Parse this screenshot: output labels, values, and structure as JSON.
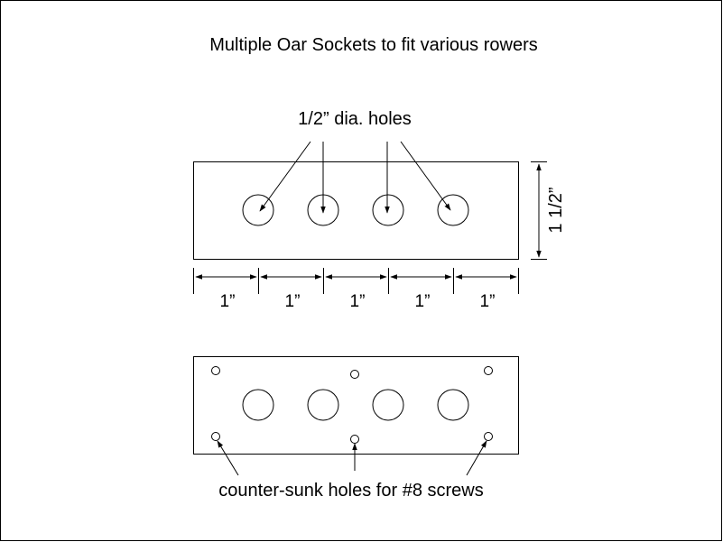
{
  "title": "Multiple Oar Sockets to fit various rowers",
  "holes_label": "1/2” dia. holes",
  "height_label": "1 1/2”",
  "spacing_labels": [
    "1”",
    "1”",
    "1”",
    "1”",
    "1”"
  ],
  "screws_label": "counter-sunk holes for #8 screws",
  "colors": {
    "line": "#000000",
    "background": "#ffffff"
  }
}
